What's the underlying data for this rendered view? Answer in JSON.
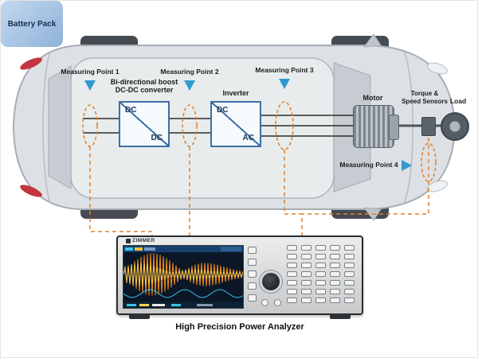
{
  "components": {
    "battery": {
      "label": "Battery Pack"
    },
    "dcdc": {
      "title_line1": "Bi-directional boost",
      "title_line2": "DC-DC converter",
      "top": "DC",
      "bottom": "DC"
    },
    "inverter": {
      "title": "Inverter",
      "top": "DC",
      "bottom": "AC"
    },
    "motor": {
      "label": "Motor"
    },
    "sensors": {
      "label_line1": "Torque &",
      "label_line2": "Speed Sensors"
    },
    "load": {
      "label": "Load"
    }
  },
  "measuring_points": {
    "mp1": "Measuring Point 1",
    "mp2": "Measuring Point 2",
    "mp3": "Measuring Point 3",
    "mp4": "Measuring Point 4"
  },
  "analyzer": {
    "brand": "ZIMMER",
    "caption": "High Precision Power Analyzer"
  },
  "colors": {
    "measuring_orange": "#e0822f",
    "marker_blue": "#2f9ad0",
    "component_border": "#3b6ea5",
    "battery_fill": "#a9c7e6",
    "car_body": "#dde1e5",
    "tail_light_red": "#c43540",
    "waveform_orange": "#f08c1e",
    "waveform_cyan": "#39c0e8"
  }
}
